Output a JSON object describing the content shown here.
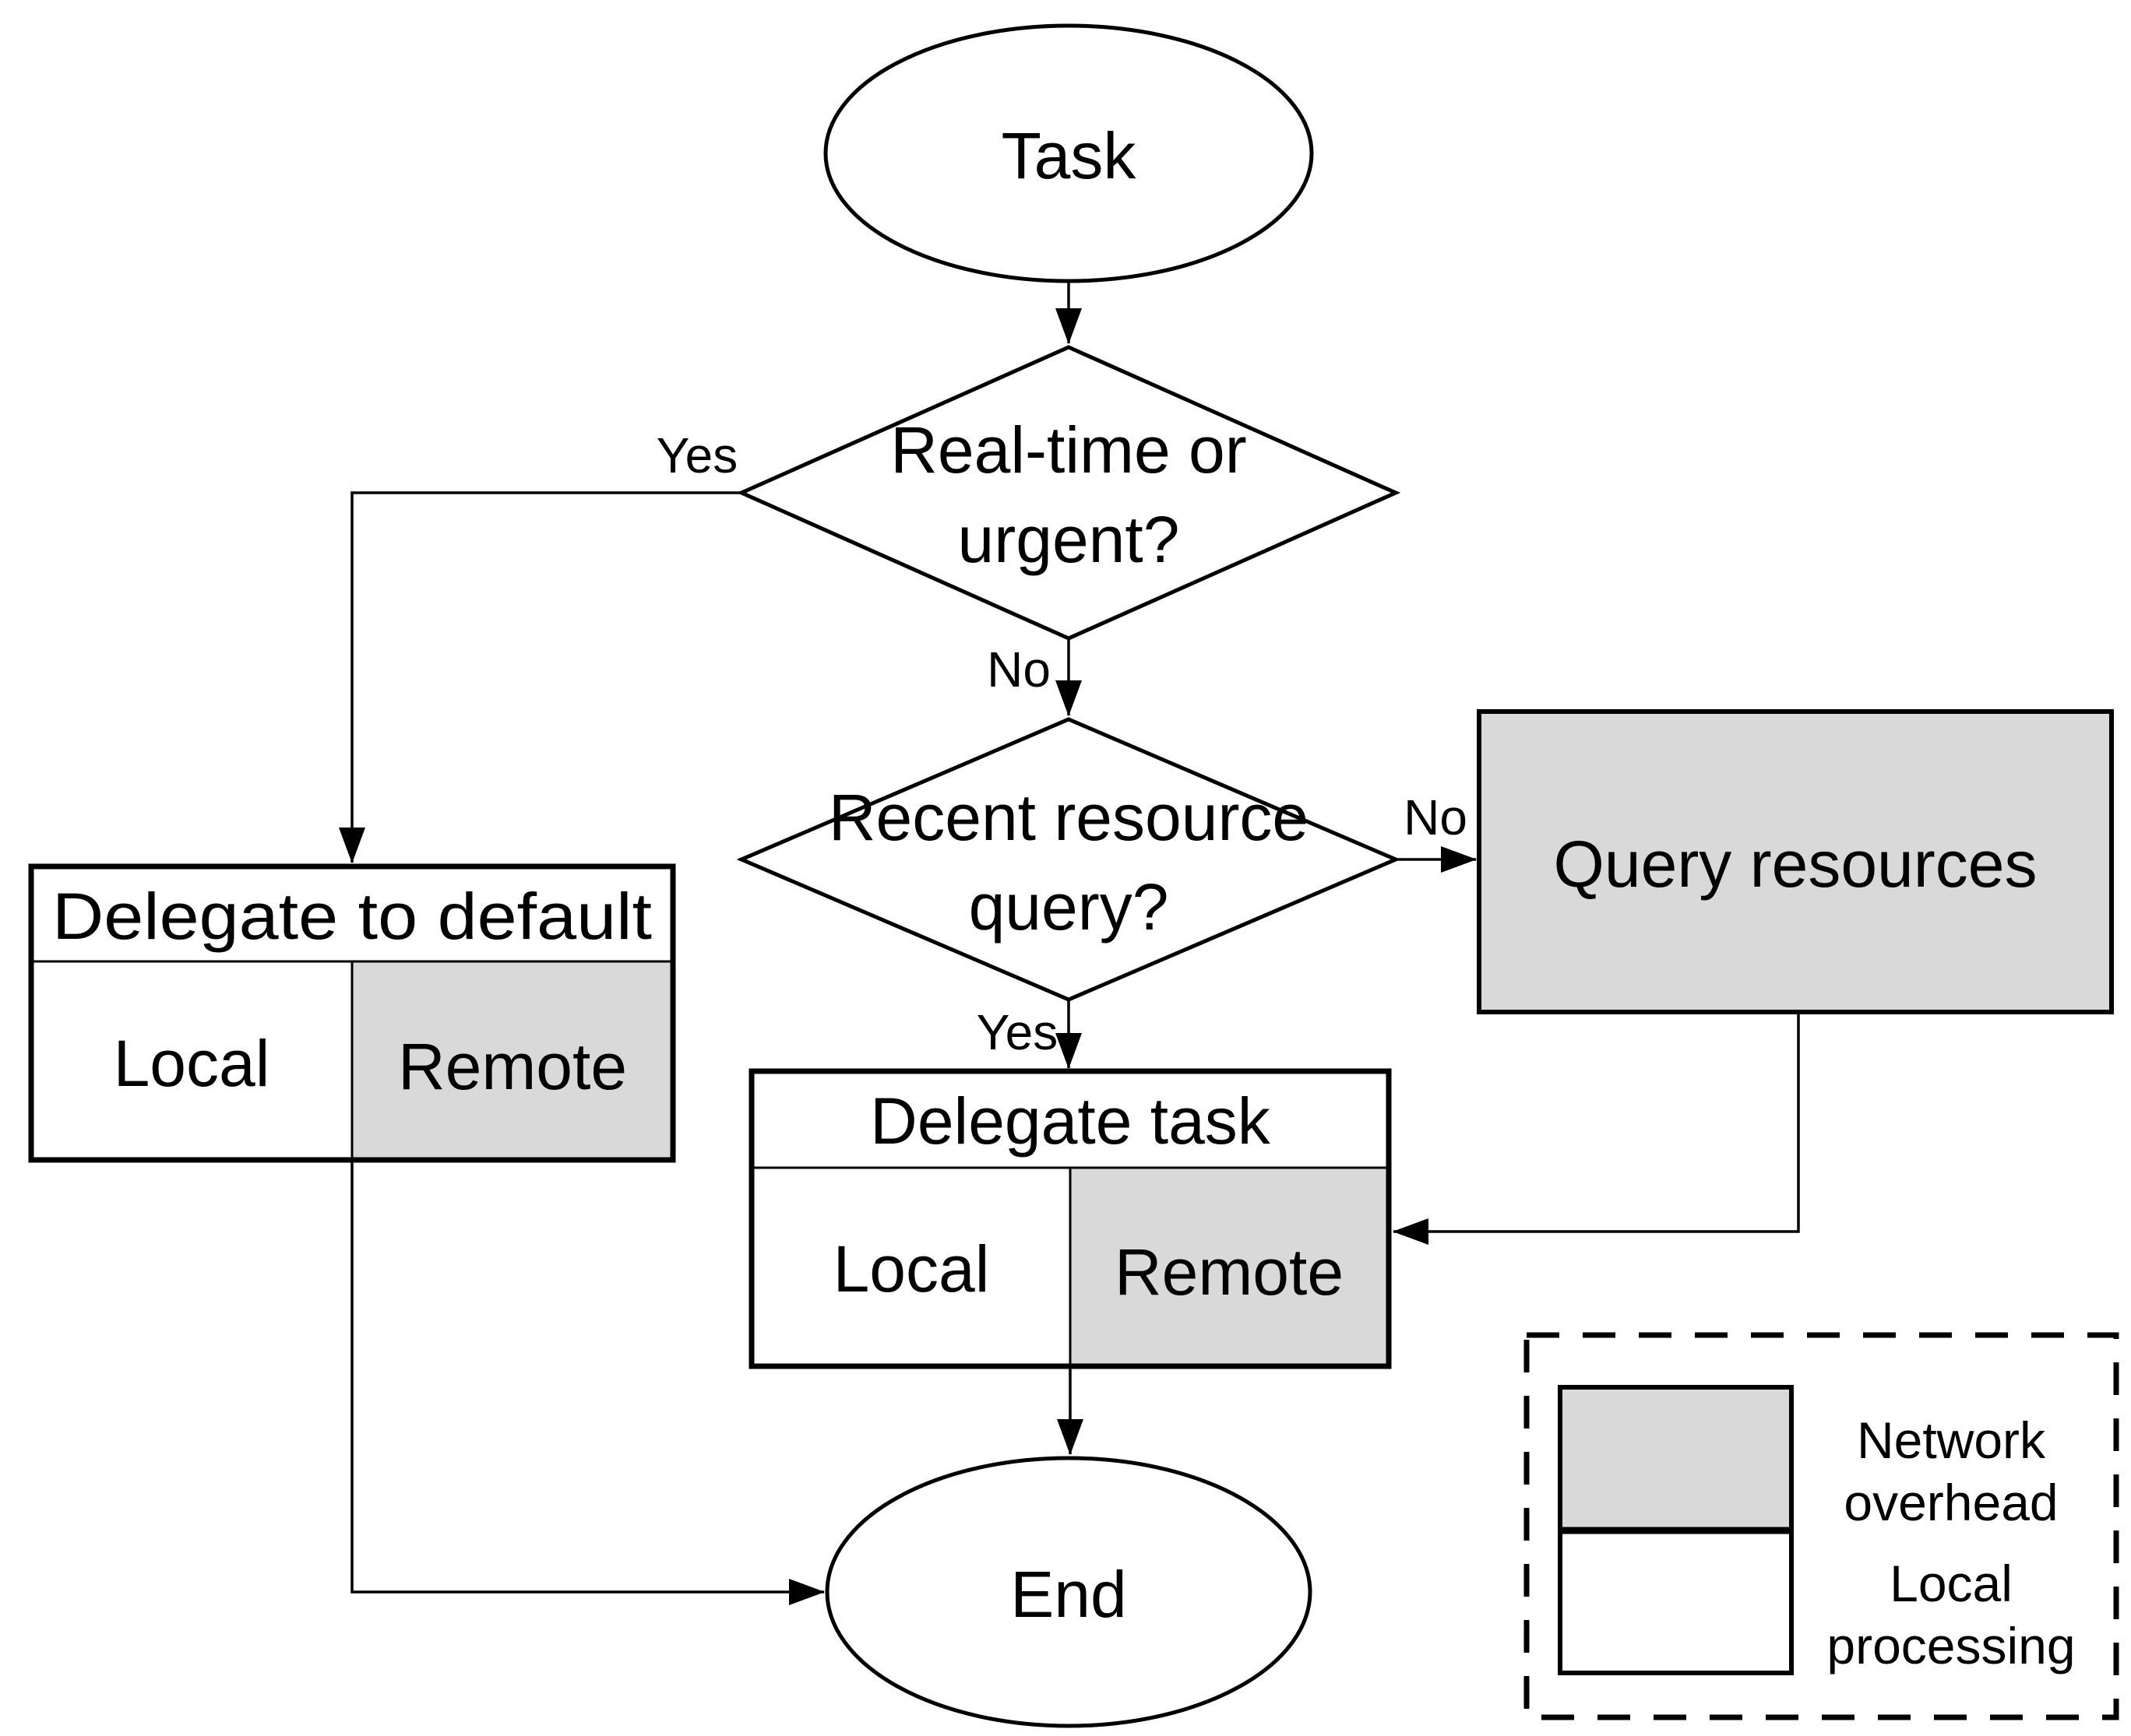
{
  "diagram": {
    "nodes": {
      "task": {
        "label": "Task"
      },
      "realtime_decision": {
        "lines": [
          "Real-time or",
          "urgent?"
        ]
      },
      "delegate_default": {
        "title": "Delegate to default",
        "left_cell": "Local",
        "right_cell": "Remote"
      },
      "resource_decision": {
        "lines": [
          "Recent resource",
          "query?"
        ]
      },
      "query_resources": {
        "label": "Query resources"
      },
      "delegate_task": {
        "title": "Delegate task",
        "left_cell": "Local",
        "right_cell": "Remote"
      },
      "end": {
        "label": "End"
      }
    },
    "edges": {
      "realtime_yes": "Yes",
      "realtime_no": "No",
      "resource_no": "No",
      "resource_yes": "Yes"
    },
    "legend": {
      "network_overhead": {
        "lines": [
          "Network",
          "overhead"
        ]
      },
      "local_processing": {
        "lines": [
          "Local",
          "processing"
        ]
      }
    },
    "colors": {
      "network_overhead": "#d9d9d9",
      "local_processing": "#ffffff",
      "stroke": "#000000",
      "background": "#ffffff"
    }
  }
}
